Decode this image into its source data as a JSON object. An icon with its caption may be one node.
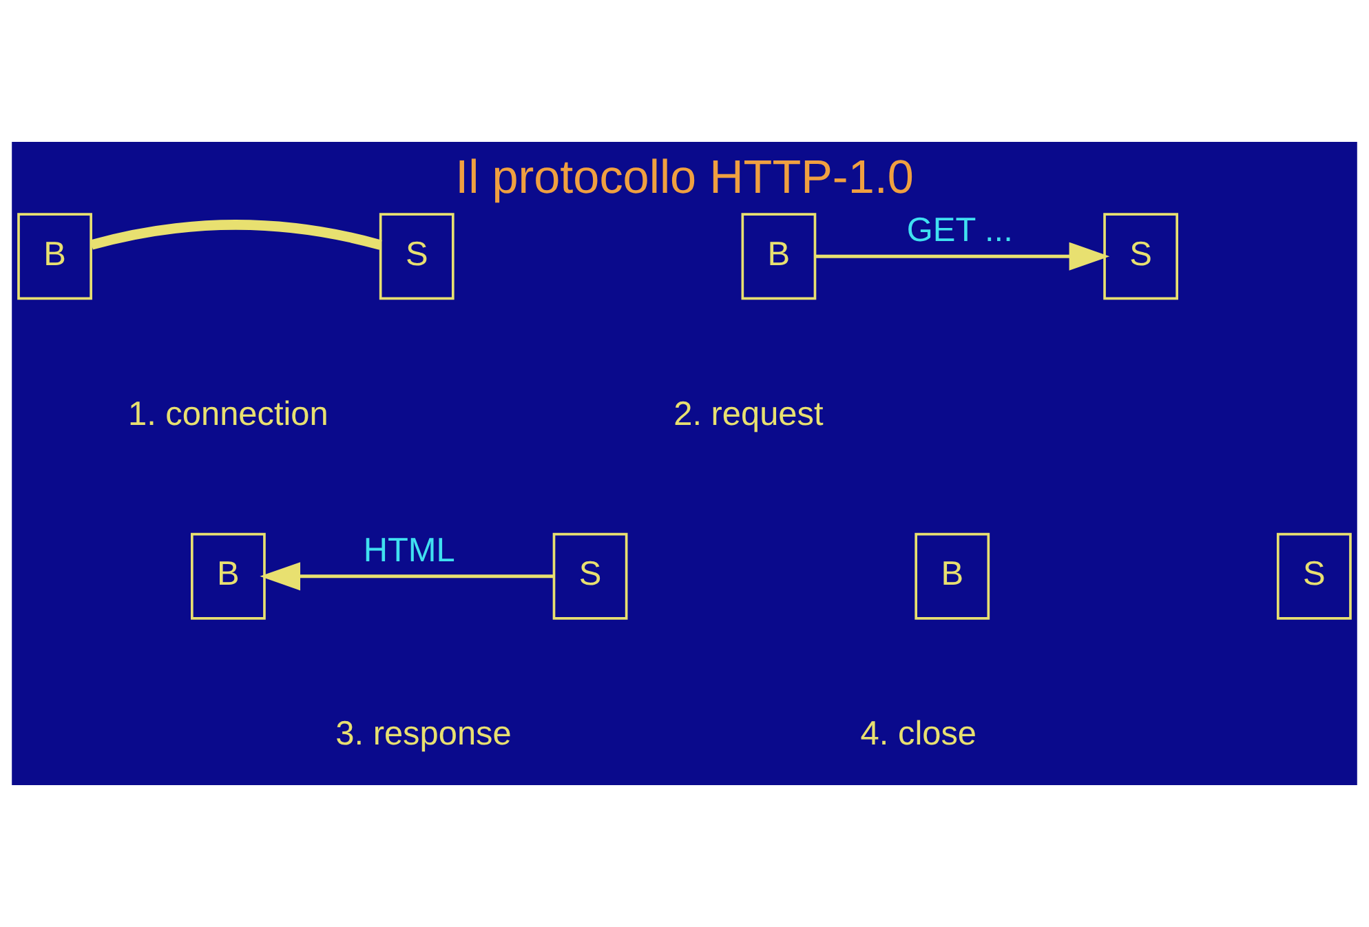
{
  "diagram": {
    "title": "Il protocollo HTTP-1.0",
    "nodes": [
      {
        "text": [
          "B"
        ]
      },
      {
        "text": [
          "S"
        ]
      },
      {
        "text": [
          "B"
        ]
      },
      {
        "text": [
          "S"
        ]
      },
      {
        "text": [
          "B"
        ]
      },
      {
        "text": [
          "S"
        ]
      },
      {
        "text": [
          "B"
        ]
      },
      {
        "text": [
          "S"
        ]
      }
    ],
    "edges": [
      {
        "from": 0,
        "to": 1,
        "arrow": "none",
        "style": "thick"
      },
      {
        "from": 2,
        "to": 3,
        "arrow": "to",
        "label": "GET ..."
      },
      {
        "from": 5,
        "to": 4,
        "arrow": "to",
        "label": "HTML"
      }
    ],
    "labels": [
      "1. connection",
      "2. request",
      "3. response",
      "4. close"
    ]
  }
}
